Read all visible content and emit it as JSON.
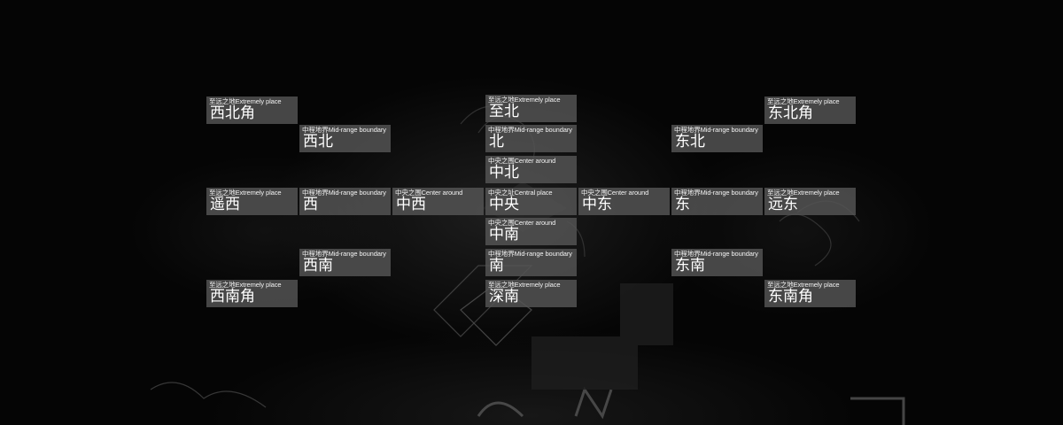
{
  "grid": {
    "cells": [
      {
        "sub": "至远之地Extremely place",
        "main": "西北角"
      },
      {
        "sub": "至远之地Extremely place",
        "main": "至北"
      },
      {
        "sub": "至远之地Extremely place",
        "main": "东北角"
      },
      {
        "sub": "中程地界Mid-range boundary",
        "main": "西北"
      },
      {
        "sub": "中程地界Mid-range boundary",
        "main": "北"
      },
      {
        "sub": "中程地界Mid-range boundary",
        "main": "东北"
      },
      {
        "sub": "中央之围Center around",
        "main": "中北"
      },
      {
        "sub": "至远之地Extremely place",
        "main": "遥西"
      },
      {
        "sub": "中程地界Mid-range boundary",
        "main": "西"
      },
      {
        "sub": "中央之围Center around",
        "main": "中西"
      },
      {
        "sub": "中央之址Central place",
        "main": "中央"
      },
      {
        "sub": "中央之围Center around",
        "main": "中东"
      },
      {
        "sub": "中程地界Mid-range boundary",
        "main": "东"
      },
      {
        "sub": "至远之地Extremely place",
        "main": "远东"
      },
      {
        "sub": "中央之围Center around",
        "main": "中南"
      },
      {
        "sub": "中程地界Mid-range boundary",
        "main": "西南"
      },
      {
        "sub": "中程地界Mid-range boundary",
        "main": "南"
      },
      {
        "sub": "中程地界Mid-range boundary",
        "main": "东南"
      },
      {
        "sub": "至远之地Extremely place",
        "main": "西南角"
      },
      {
        "sub": "至远之地Extremely place",
        "main": "深南"
      },
      {
        "sub": "至远之地Extremely place",
        "main": "东南角"
      }
    ]
  }
}
